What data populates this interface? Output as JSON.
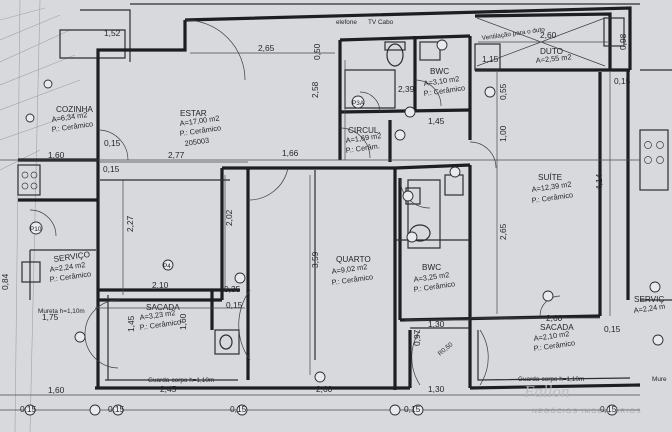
{
  "rooms": {
    "estar": {
      "name": "ESTAR",
      "area": "A=17,00 m2",
      "floor": "P.: Cerâmico"
    },
    "estar_extra": "205003",
    "cozinha": {
      "name": "COZINHA",
      "area": "A=6,34 m2",
      "floor": "P.: Cerâmico"
    },
    "circul": {
      "name": "CIRCUL.",
      "area": "A=1,69 m2",
      "floor": "P.: Cerâm."
    },
    "bwc1": {
      "name": "BWC",
      "area": "A=3,10 m2",
      "floor": "P.: Cerâmico"
    },
    "duto": {
      "name": "DUTO",
      "area": "A=2,55 m2"
    },
    "suite": {
      "name": "SUÍTE",
      "area": "A=12,39 m2",
      "floor": "P.: Cerâmico"
    },
    "quarto": {
      "name": "QUARTO",
      "area": "A=9,02 m2",
      "floor": "P.: Cerâmico"
    },
    "bwc2": {
      "name": "BWC",
      "area": "A=3,25 m2",
      "floor": "P.: Cerâmico"
    },
    "servico": {
      "name": "SERVIÇO",
      "area": "A=2,24 m2",
      "floor": "P.: Cerâmico"
    },
    "sacada1": {
      "name": "SACADA",
      "area": "A=3,23 m2",
      "floor": "P.: Cerâmico"
    },
    "sacada2": {
      "name": "SACADA",
      "area": "A=2,10 m2",
      "floor": "P.: Cerâmico"
    },
    "servico_right": {
      "name": "SERVIÇ",
      "area": "A=2,24 m"
    }
  },
  "annotations": {
    "telefone": "elefone",
    "tv": "TV Cabo",
    "vent_note": "Ventilação para o duto",
    "mureta": "Mureta h=1,10m",
    "guarda_left": "Guarda-corpo h=1,10m",
    "guarda_right": "Guarda-corpo h=1,10m",
    "mureta_right": "Mure",
    "r050": "R0,50"
  },
  "dimensions": {
    "d265": "2,65",
    "d260_top": "2,60",
    "d239": "2,39",
    "d050_a": "0,50",
    "d145_top": "1,45",
    "d160_left": "1,60",
    "d015_a": "0,15",
    "d277": "2,77",
    "d166": "1,66",
    "d258": "2,58",
    "d100": "1,00",
    "d055": "0,55",
    "d414": "4,14",
    "d265_v": "2,65",
    "d202": "2,02",
    "d227": "2,27",
    "d359": "3,59",
    "d210": "2,10",
    "d035": "0,35",
    "d015_b": "0,15",
    "d160_v": "1,60",
    "d145_v": "1,45",
    "d175": "1,75",
    "d130_mid": "1,30",
    "d260_mid": "2,60",
    "d097": "0,97",
    "d160_bottom": "1,60",
    "d245": "2,45",
    "d260_bottom": "2,60",
    "d130_bottom": "1,30",
    "d015_1": "0,15",
    "d015_2": "0,15",
    "d015_3": "0,15",
    "d015_4": "0,15",
    "d015_5": "0,15",
    "d015_6": "0,15",
    "d015_7": "0,15",
    "d084": "0,84",
    "d152": "1,52",
    "d115": "1,15",
    "d098": "0,98",
    "d015_top": "0,15"
  },
  "markers": {
    "p3a": "P3A",
    "p10": "P10",
    "p4": "P4"
  },
  "watermark": {
    "brand": "Fallon",
    "sub": "NEGÓCIOS IMOBILIÁRIOS"
  }
}
